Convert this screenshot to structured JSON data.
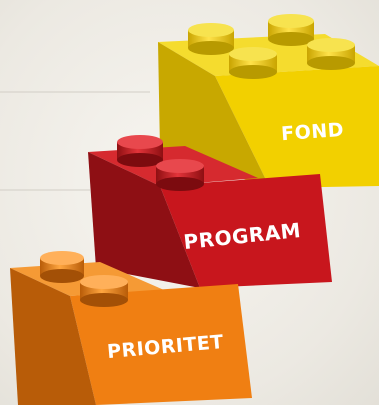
{
  "bricks": [
    {
      "id": "fond",
      "label": "FOND",
      "color": "#f2d000"
    },
    {
      "id": "program",
      "label": "PROGRAM",
      "color": "#c8161d"
    },
    {
      "id": "prioritet",
      "label": "PRIORITET",
      "color": "#f07f12"
    }
  ],
  "background_color": "#ece9e2"
}
